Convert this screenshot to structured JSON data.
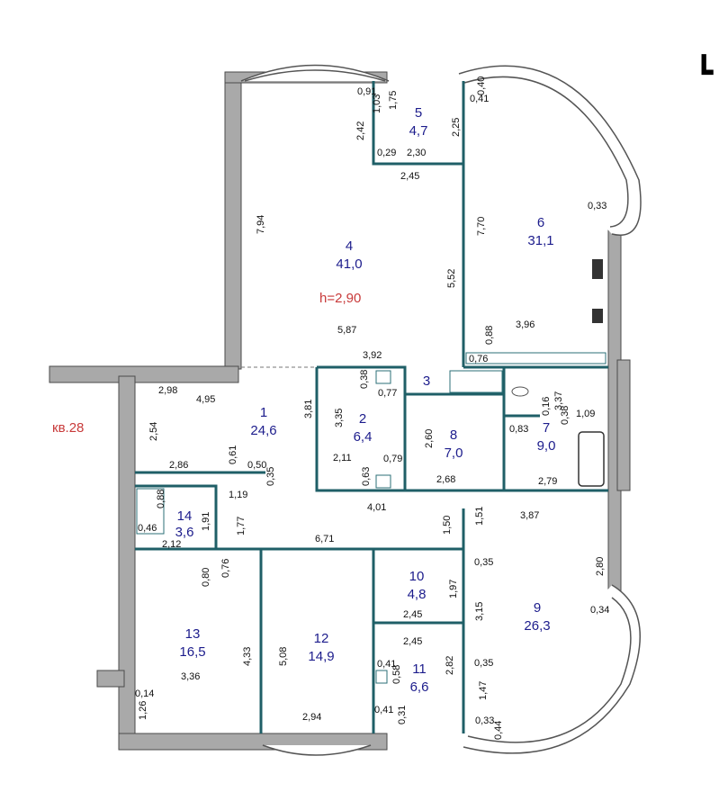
{
  "corner_mark": "┗",
  "ceiling_height": "h=2,90",
  "neighbor_label": "кв.28",
  "rooms": [
    {
      "num": "1",
      "area": "24,6"
    },
    {
      "num": "2",
      "area": "6,4"
    },
    {
      "num": "3",
      "area": ""
    },
    {
      "num": "4",
      "area": "41,0"
    },
    {
      "num": "5",
      "area": "4,7"
    },
    {
      "num": "6",
      "area": "31,1"
    },
    {
      "num": "7",
      "area": "9,0"
    },
    {
      "num": "8",
      "area": "7,0"
    },
    {
      "num": "9",
      "area": "26,3"
    },
    {
      "num": "10",
      "area": "4,8"
    },
    {
      "num": "11",
      "area": "6,6"
    },
    {
      "num": "12",
      "area": "14,9"
    },
    {
      "num": "13",
      "area": "16,5"
    },
    {
      "num": "14",
      "area": "3,6"
    }
  ],
  "dims": {
    "d0_91": "0,91",
    "d1_75": "1,75",
    "d1_03": "1,03",
    "d2_42": "2,42",
    "d0_40": "0,40",
    "d0_41a": "0,41",
    "d2_25": "2,25",
    "d0_29": "0,29",
    "d2_30": "2,30",
    "d2_45a": "2,45",
    "d7_94": "7,94",
    "d0_33a": "0,33",
    "d7_70": "7,70",
    "d5_52": "5,52",
    "d5_87": "5,87",
    "d3_96": "3,96",
    "d0_88a": "0,88",
    "d3_92": "3,92",
    "d0_76a": "0,76",
    "d0_38a": "0,38",
    "d0_77": "0,77",
    "d3_81": "3,81",
    "d3_35": "3,35",
    "d3_37": "3,37",
    "d2_98": "2,98",
    "d4_95": "4,95",
    "d0_16": "0,16",
    "d1_09": "1,09",
    "d0_38b": "0,38",
    "d2_54": "2,54",
    "d0_83": "0,83",
    "d2_60a": "2,60",
    "d0_61": "0,61",
    "d2_86": "2,86",
    "d0_50": "0,50",
    "d2_11": "2,11",
    "d0_79": "0,79",
    "d0_35a": "0,35",
    "d0_63": "0,63",
    "d2_68": "2,68",
    "d2_79": "2,79",
    "d1_19": "1,19",
    "d4_01": "4,01",
    "d0_88b": "0,88",
    "d1_77": "1,77",
    "d1_91": "1,91",
    "d0_46": "0,46",
    "d2_12": "2,12",
    "d1_50": "1,50",
    "d1_51": "1,51",
    "d3_87": "3,87",
    "d6_71": "6,71",
    "d0_80": "0,80",
    "d0_76b": "0,76",
    "d0_35b": "0,35",
    "d2_80": "2,80",
    "d1_97": "1,97",
    "d2_45b": "2,45",
    "d3_15": "3,15",
    "d0_34": "0,34",
    "d2_45c": "2,45",
    "d4_33": "4,33",
    "d5_08": "5,08",
    "d3_36": "3,36",
    "d0_41b": "0,41",
    "d0_58": "0,58",
    "d2_82": "2,82",
    "d0_35c": "0,35",
    "d1_47": "1,47",
    "d0_14": "0,14",
    "d1_26": "1,26",
    "d2_94": "2,94",
    "d0_41c": "0,41",
    "d0_31": "0,31",
    "d0_33b": "0,33",
    "d0_44": "0,44"
  }
}
